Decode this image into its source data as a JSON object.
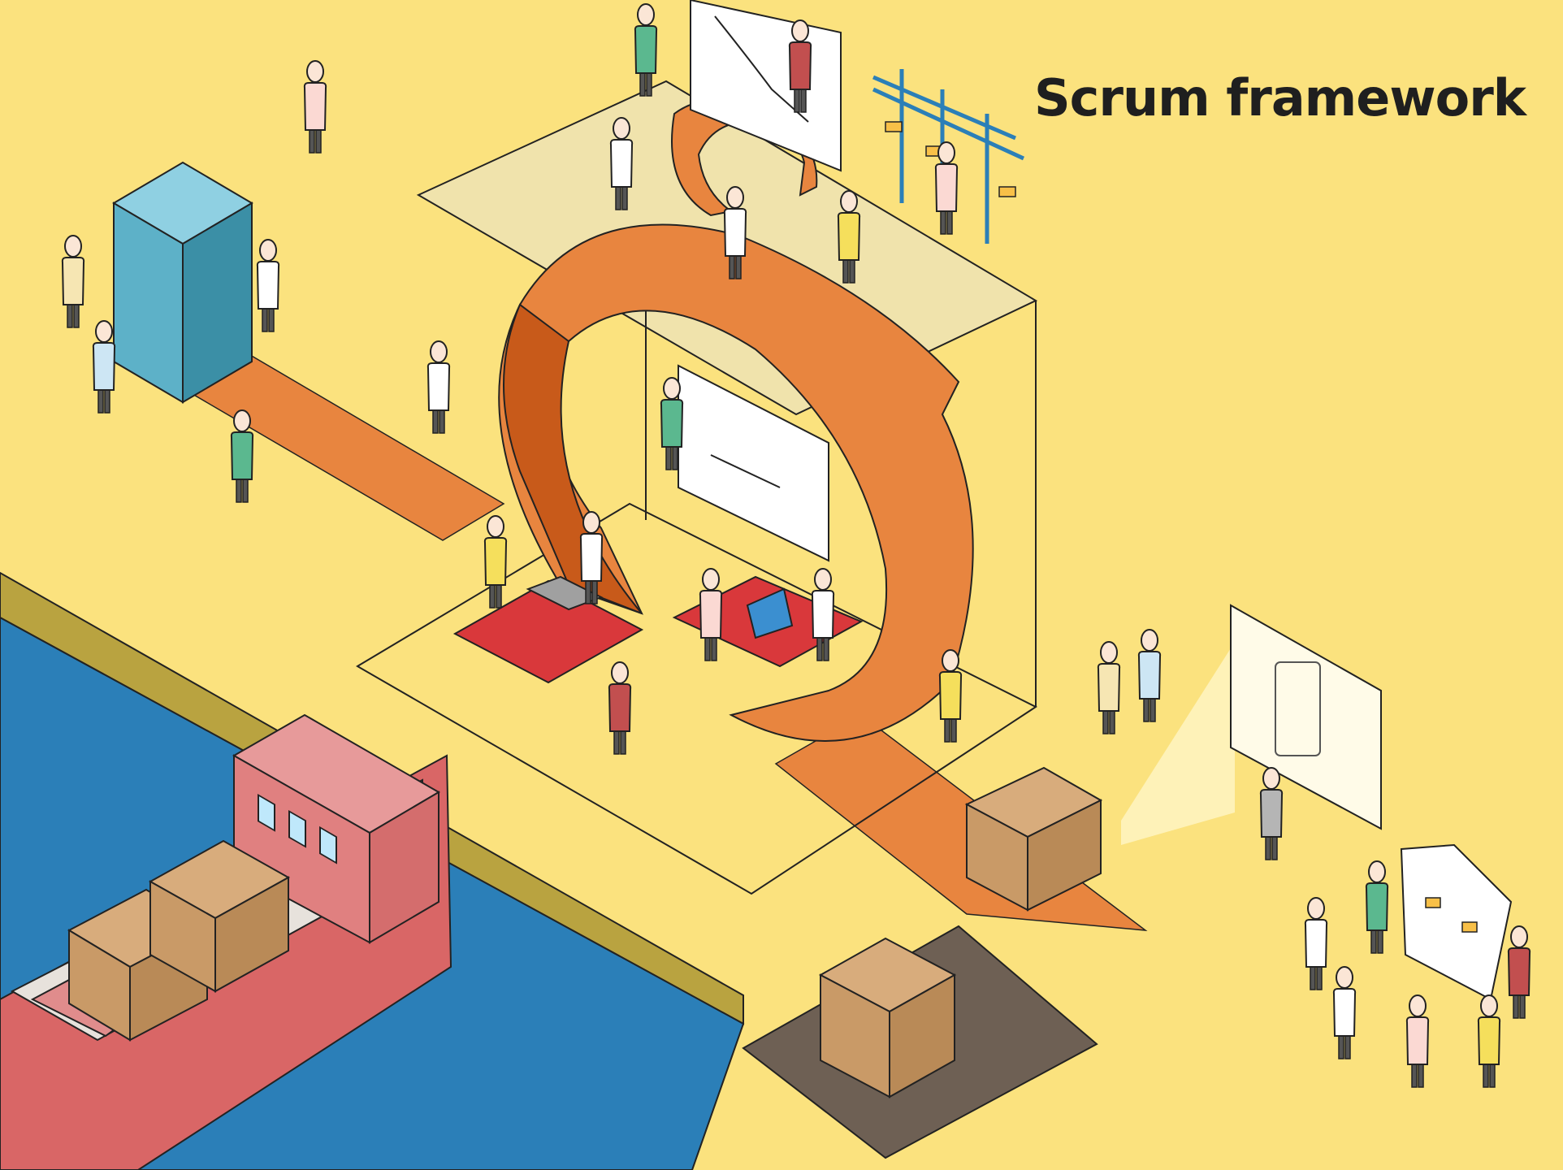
{
  "title": "Scrum framework",
  "palette": {
    "background": "#fbe27e",
    "water": "#2b7fb8",
    "ship_hull": "#d96666",
    "ship_cabin": "#e08080",
    "arrow_orange": "#e8853f",
    "arrow_dark": "#c85a1a",
    "box_brown": "#c99a67",
    "screen_blue": "#bfe8fb",
    "desk_red": "#d9383b",
    "pallet": "#6e6054"
  },
  "icons": {
    "sprint_cycle": "circular-arrow",
    "daily_scrum": "small-circular-arrow",
    "backlog_board": "kanban-board",
    "review_board": "sticky-note-board",
    "demo_screen": "tablet-projection"
  }
}
